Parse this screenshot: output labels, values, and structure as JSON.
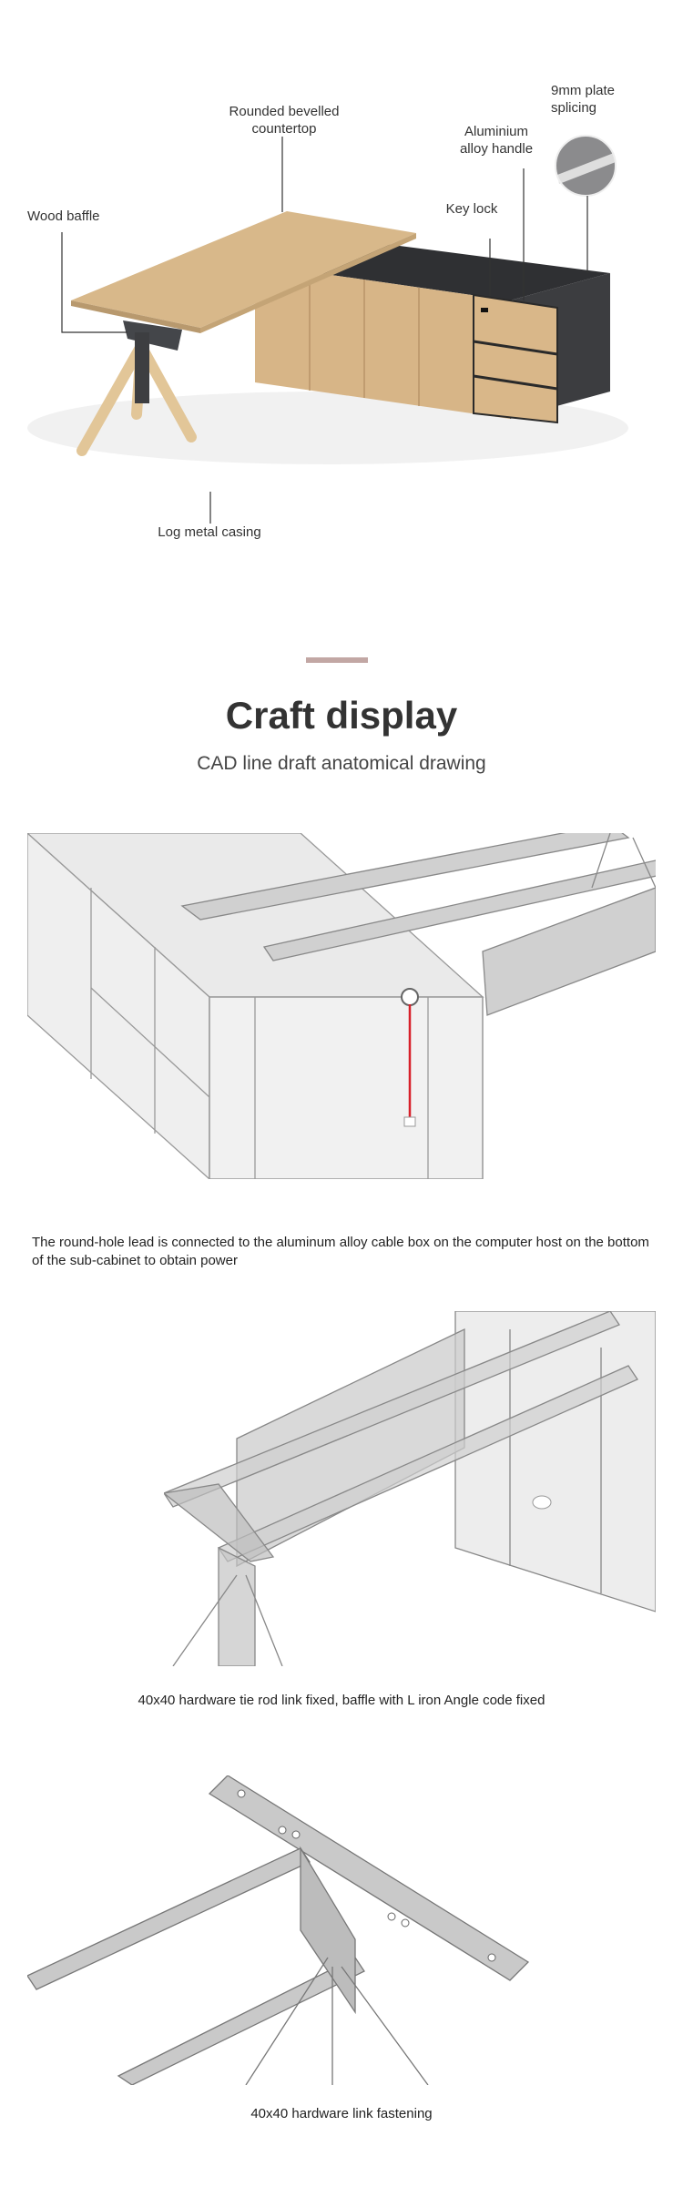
{
  "hero": {
    "labels": {
      "rounded_countertop": "Rounded bevelled\ncountertop",
      "wood_baffle": "Wood baffle",
      "aluminium_handle": "Aluminium\nalloy handle",
      "key_lock": "Key lock",
      "plate_splicing": "9mm plate\nsplicing",
      "log_metal_casing": "Log metal casing"
    }
  },
  "craft": {
    "title": "Craft display",
    "subtitle": "CAD line draft anatomical drawing"
  },
  "drawings": [
    {
      "caption": "The round-hole lead is connected to the aluminum alloy cable box on the computer host on the bottom of the sub-cabinet to obtain power"
    },
    {
      "caption": "40x40 hardware tie rod link fixed, baffle with L iron Angle code fixed"
    },
    {
      "caption": "40x40 hardware link fastening"
    }
  ],
  "colors": {
    "divider": "#c2a7a4",
    "wood": "#d9b789",
    "dark_cabinet": "#3a3b3e",
    "cad_gray": "#d8d8d8",
    "cable_red": "#d8202a"
  }
}
